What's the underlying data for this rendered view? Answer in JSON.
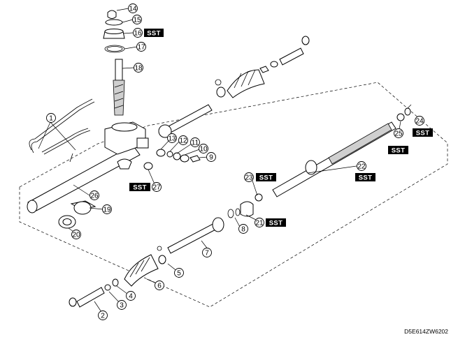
{
  "callouts": [
    {
      "id": "1",
      "label": "1"
    },
    {
      "id": "2",
      "label": "2"
    },
    {
      "id": "3",
      "label": "3"
    },
    {
      "id": "4",
      "label": "4"
    },
    {
      "id": "5",
      "label": "5"
    },
    {
      "id": "6",
      "label": "6"
    },
    {
      "id": "7",
      "label": "7"
    },
    {
      "id": "8",
      "label": "8"
    },
    {
      "id": "9",
      "label": "9"
    },
    {
      "id": "10",
      "label": "10"
    },
    {
      "id": "11",
      "label": "11"
    },
    {
      "id": "12",
      "label": "12"
    },
    {
      "id": "13",
      "label": "13"
    },
    {
      "id": "14",
      "label": "14"
    },
    {
      "id": "15",
      "label": "15"
    },
    {
      "id": "16",
      "label": "16"
    },
    {
      "id": "17",
      "label": "17"
    },
    {
      "id": "18",
      "label": "18"
    },
    {
      "id": "19",
      "label": "19"
    },
    {
      "id": "20",
      "label": "20"
    },
    {
      "id": "21",
      "label": "21"
    },
    {
      "id": "22",
      "label": "22"
    },
    {
      "id": "23",
      "label": "23"
    },
    {
      "id": "24",
      "label": "24"
    },
    {
      "id": "25",
      "label": "25"
    },
    {
      "id": "26",
      "label": "26"
    },
    {
      "id": "27",
      "label": "27"
    }
  ],
  "sst_label": "SST",
  "drawing_code": "D5E614ZW6202"
}
